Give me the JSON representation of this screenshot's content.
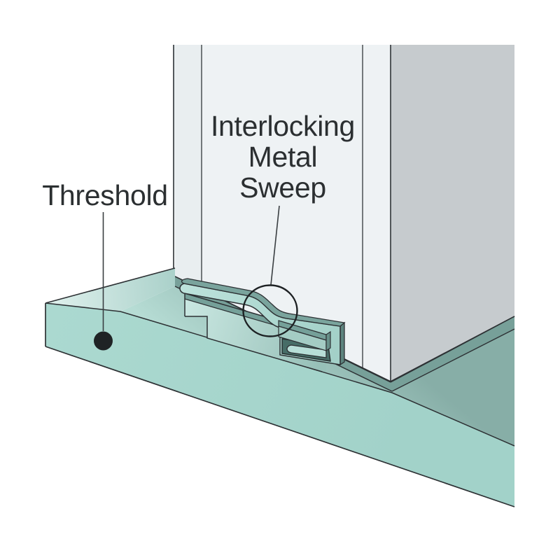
{
  "labels": {
    "threshold": "Threshold",
    "sweep_line1": "Interlocking",
    "sweep_line2": "Metal",
    "sweep_line3": "Sweep"
  },
  "colors": {
    "background": "#ffffff",
    "outline": "#2d3134",
    "text": "#2b2f31",
    "door_front": "#eef2f4",
    "door_edge_strip": "#e9eef0",
    "door_side": "#c6cbce",
    "threshold_front": "#a8d6cd",
    "shadow_band": "#77a099",
    "lip_top": "#75a099",
    "sweep_top": "#7aa49d",
    "flange_side": "#5d847e",
    "slot_interior": "#476d67",
    "hook_bar": "#b7ded7",
    "leader_dot": "#1f2325"
  }
}
